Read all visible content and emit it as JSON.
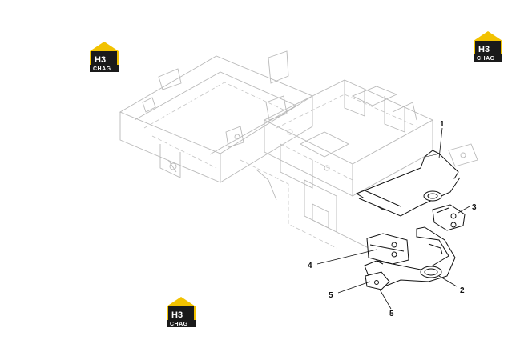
{
  "diagram": {
    "callouts": [
      {
        "id": "1",
        "label": "1"
      },
      {
        "id": "2",
        "label": "2"
      },
      {
        "id": "3",
        "label": "3"
      },
      {
        "id": "4",
        "label": "4"
      },
      {
        "id": "5a",
        "label": "5"
      },
      {
        "id": "5b",
        "label": "5"
      }
    ]
  },
  "logos": [
    {
      "mark": "H3",
      "caption": "CHAG"
    },
    {
      "mark": "H3",
      "caption": "CHAG"
    },
    {
      "mark": "H3",
      "caption": "CHAG"
    }
  ],
  "colors": {
    "logo_yellow": "#f2c200",
    "logo_dark": "#1a1a1a"
  }
}
